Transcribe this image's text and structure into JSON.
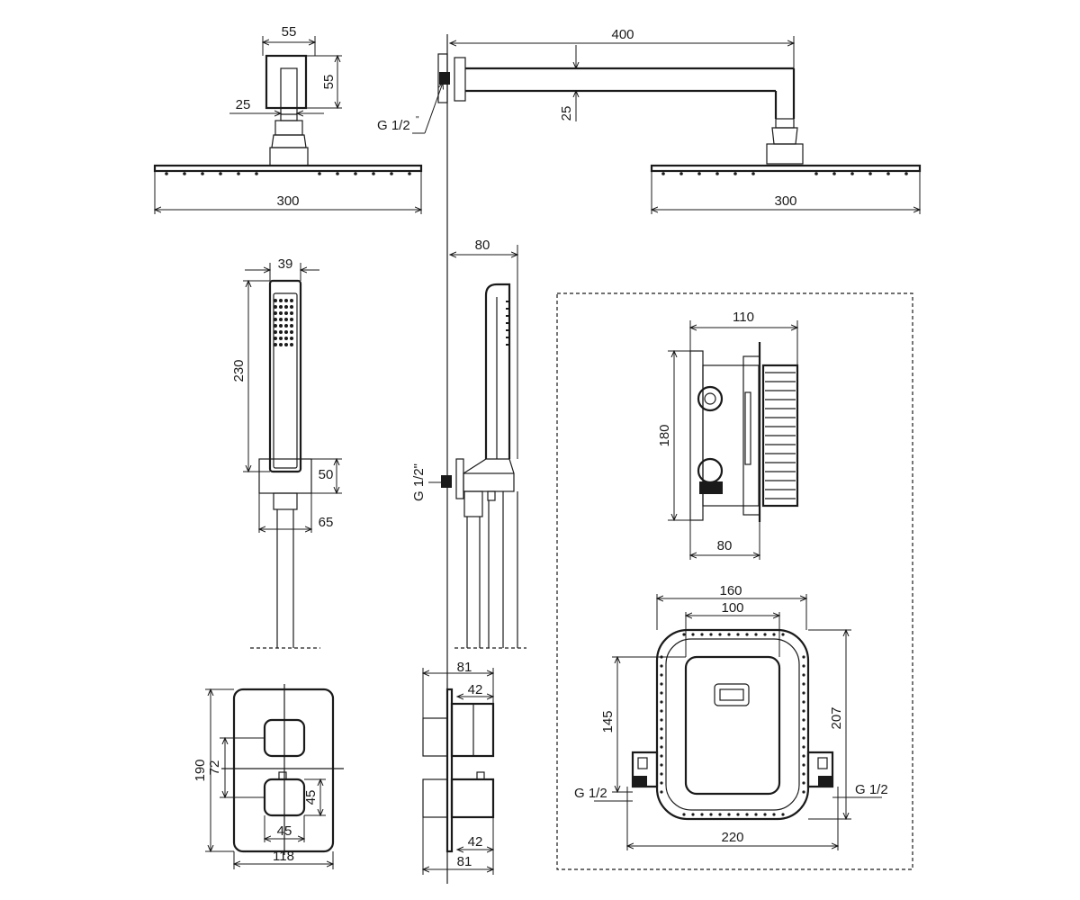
{
  "dimensions": {
    "d400": "400",
    "d55w": "55",
    "d55h": "55",
    "d25a": "25",
    "d25b": "25",
    "d300a": "300",
    "d300b": "300",
    "g12_top": "G 1/2",
    "g12_top_mark": "\"",
    "d80_top": "80",
    "d39": "39",
    "d230": "230",
    "d50": "50",
    "d65": "65",
    "g12_mid": "G 1/2\"",
    "d110": "110",
    "d180": "180",
    "d80_mixer": "80",
    "d160": "160",
    "d100": "100",
    "d145": "145",
    "d207": "207",
    "d220": "220",
    "g12_left": "G 1/2",
    "g12_right": "G 1/2",
    "d190": "190",
    "d72": "72",
    "d45v": "45",
    "d45h": "45",
    "d118": "118",
    "d81_top": "81",
    "d42_top": "42",
    "d42_bot": "42",
    "d81_bot": "81"
  }
}
